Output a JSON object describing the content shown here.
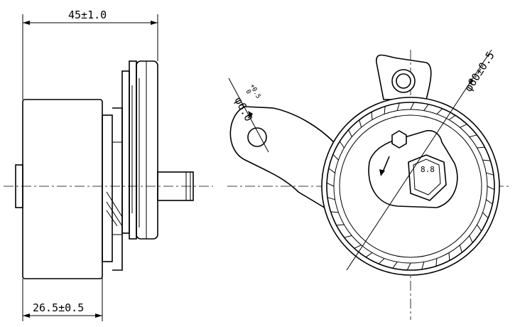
{
  "dimensions": {
    "overall_width": "45±1.0",
    "pulley_width": "26.5±0.5",
    "pulley_diameter": "φ60±0.5",
    "hole_diameter_main": "φ6.0",
    "hole_diameter_tol": "+0.5",
    "hole_diameter_tol_lower": "0"
  },
  "markings": {
    "bolt_grade": "8.8"
  }
}
